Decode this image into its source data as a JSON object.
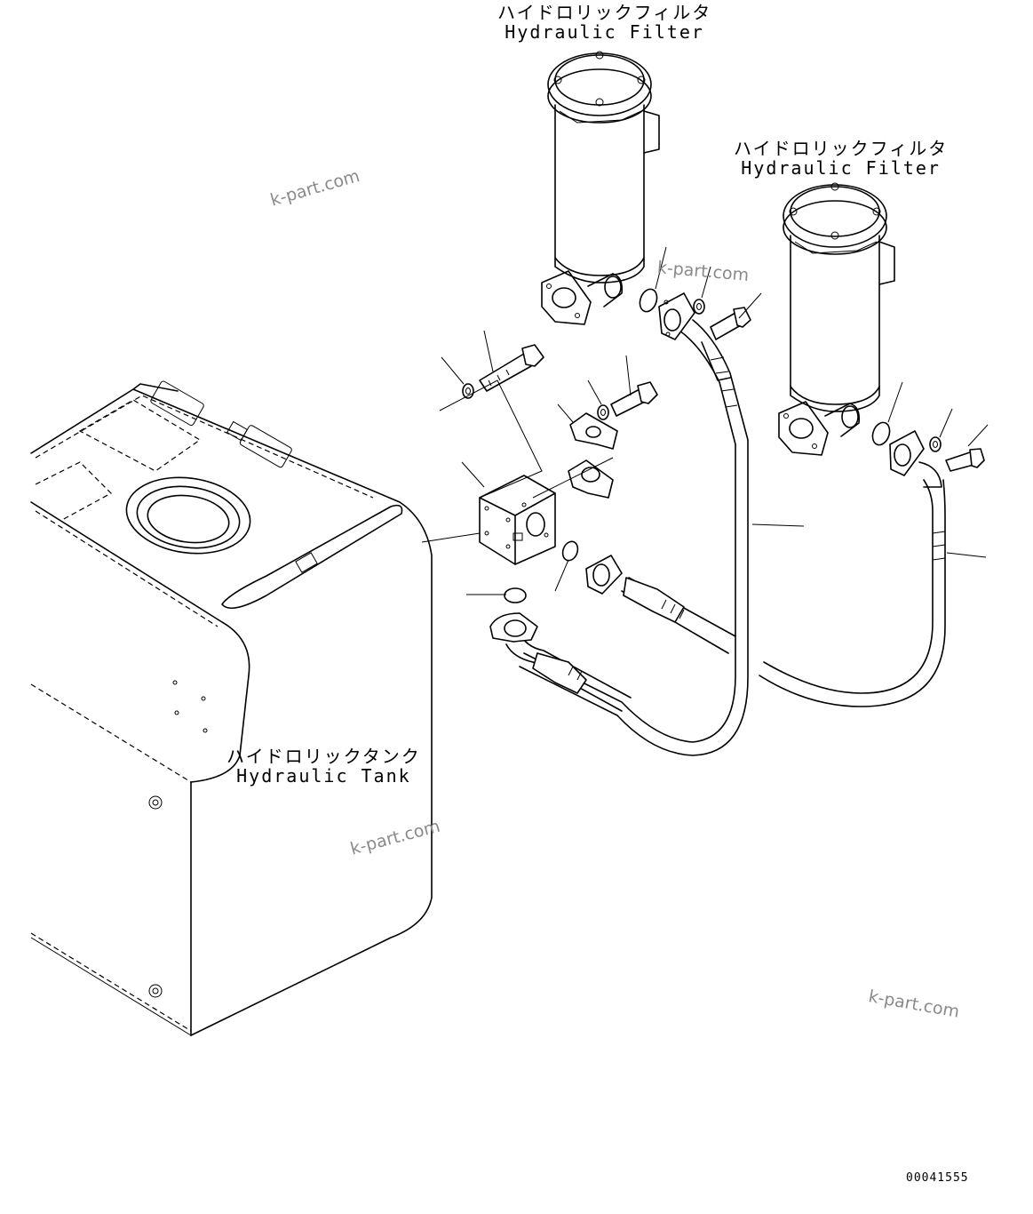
{
  "labels": {
    "filter_top": {
      "jp": "ハイドロリックフィルタ",
      "en": "Hydraulic Filter"
    },
    "filter_right": {
      "jp": "ハイドロリックフィルタ",
      "en": "Hydraulic Filter"
    },
    "tank": {
      "jp": "ハイドロリックタンク",
      "en": "Hydraulic Tank"
    }
  },
  "watermarks": [
    "k-part.com",
    "k-part.com",
    "k-part.com",
    "k-part.com"
  ],
  "drawing_code": "00041555"
}
